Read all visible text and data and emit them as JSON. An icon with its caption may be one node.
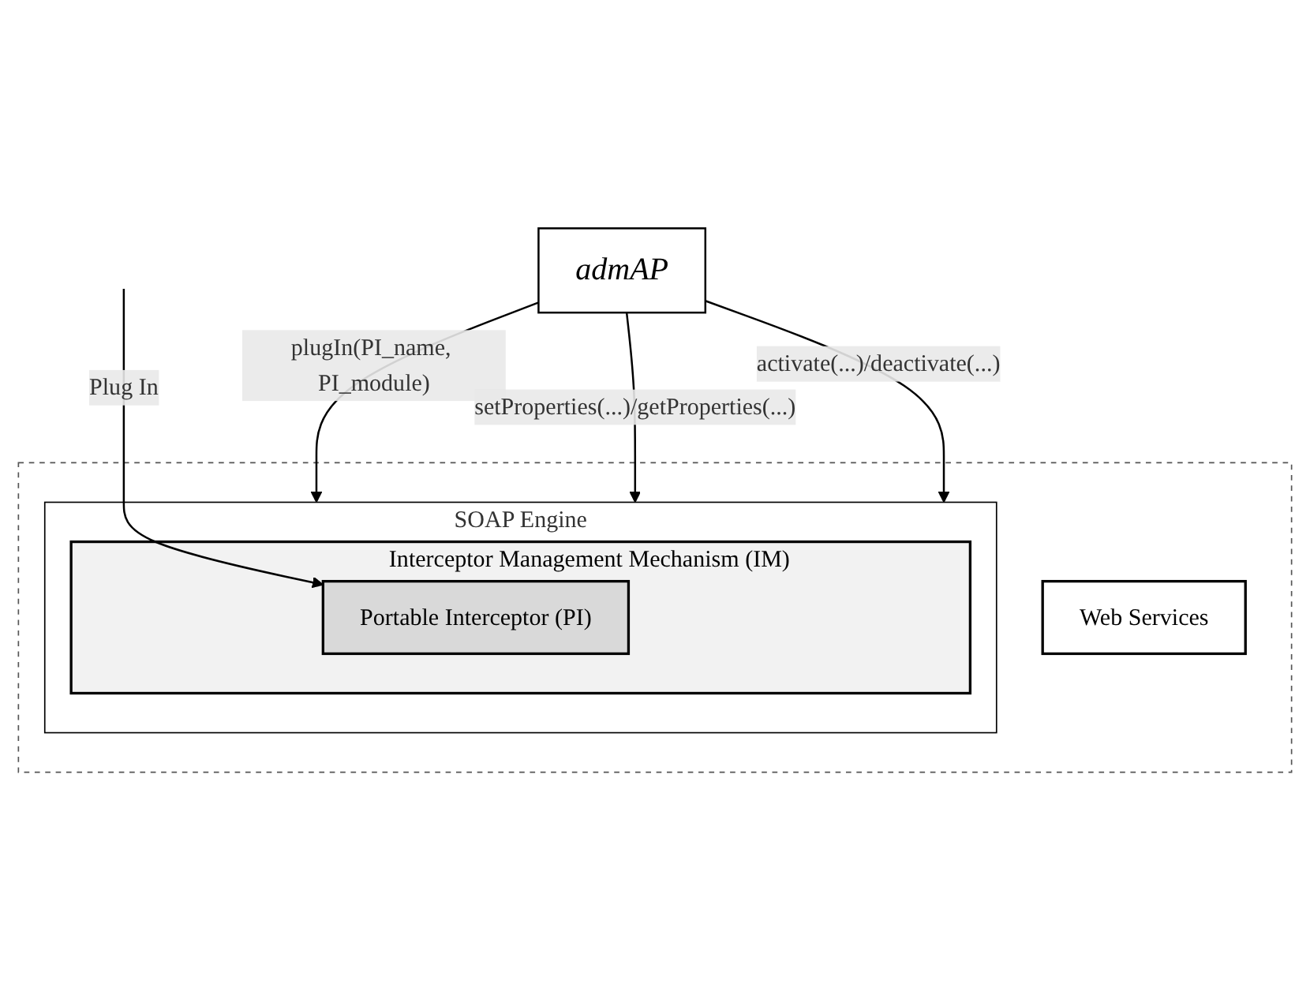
{
  "diagram": {
    "nodes": [
      {
        "text": [],
        "shape": "box"
      },
      {
        "text": [
          "Web Services"
        ],
        "in": 0
      },
      {
        "text": [
          "SOAP Engine"
        ],
        "in": 0
      },
      {
        "text": [
          "Interceptor Management Mechanism (IM)"
        ],
        "in": 2
      },
      {
        "text": [
          "Portable Interceptor (PI)"
        ],
        "in": 3
      },
      {
        "text": [
          "admAP"
        ]
      }
    ],
    "edges": [
      {
        "from": null,
        "to": 4,
        "arrow": "to",
        "label": "Plug In"
      },
      {
        "from": 5,
        "to": 2,
        "arrow": "to",
        "label": "plugIn(PI_name, PI_module)"
      },
      {
        "from": 5,
        "to": 2,
        "arrow": "to",
        "label": "setProperties(...)/getProperties(...)"
      },
      {
        "from": 5,
        "to": 2,
        "arrow": "to",
        "label": "activate(...)/deactivate(...)"
      }
    ]
  }
}
